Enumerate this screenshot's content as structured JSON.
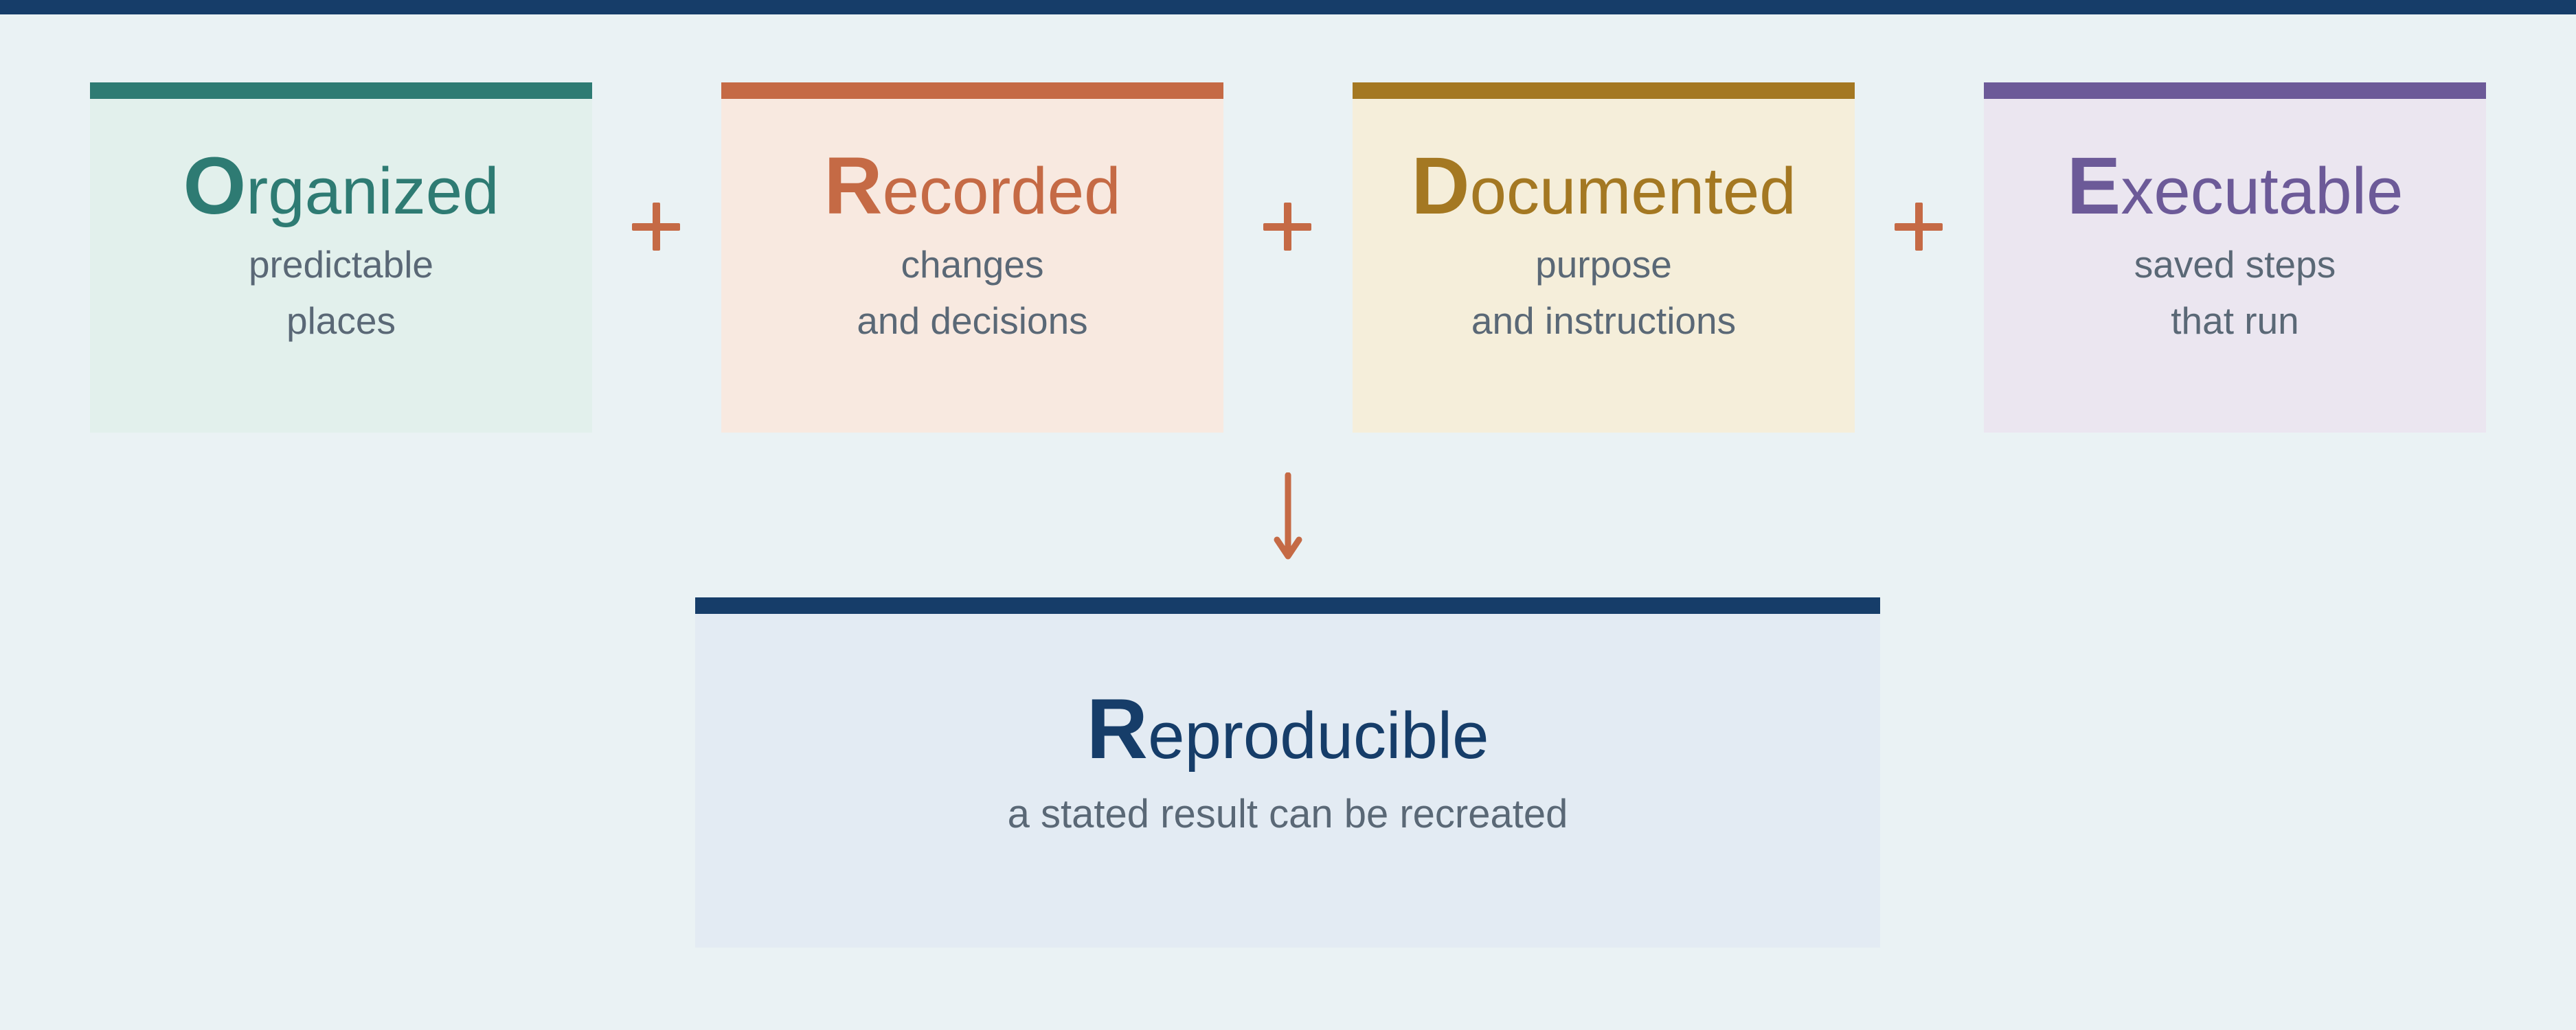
{
  "cards": [
    {
      "initial": "O",
      "rest": "rganized",
      "lines": [
        "predictable",
        "places"
      ],
      "accent": "#2e7b73",
      "bg": "#e2f0ec",
      "text_color": "#2e7b73"
    },
    {
      "initial": "R",
      "rest": "ecorded",
      "lines": [
        "changes",
        "and decisions"
      ],
      "accent": "#c56a45",
      "bg": "#f8e9e0",
      "text_color": "#c56a45"
    },
    {
      "initial": "D",
      "rest": "ocumented",
      "lines": [
        "purpose",
        "and instructions"
      ],
      "accent": "#a47822",
      "bg": "#f5eeda",
      "text_color": "#a47822"
    },
    {
      "initial": "E",
      "rest": "xecutable",
      "lines": [
        "saved steps",
        "that run"
      ],
      "accent": "#6c5a98",
      "bg": "#ebe6f0",
      "text_color": "#6c5a98"
    }
  ],
  "result": {
    "initial": "R",
    "rest": "eproducible",
    "description": "a stated result can be recreated",
    "accent": "#163d69"
  },
  "colors": {
    "connector": "#c56a45",
    "background": "#eaf2f4",
    "muted_text": "#5a6876"
  }
}
